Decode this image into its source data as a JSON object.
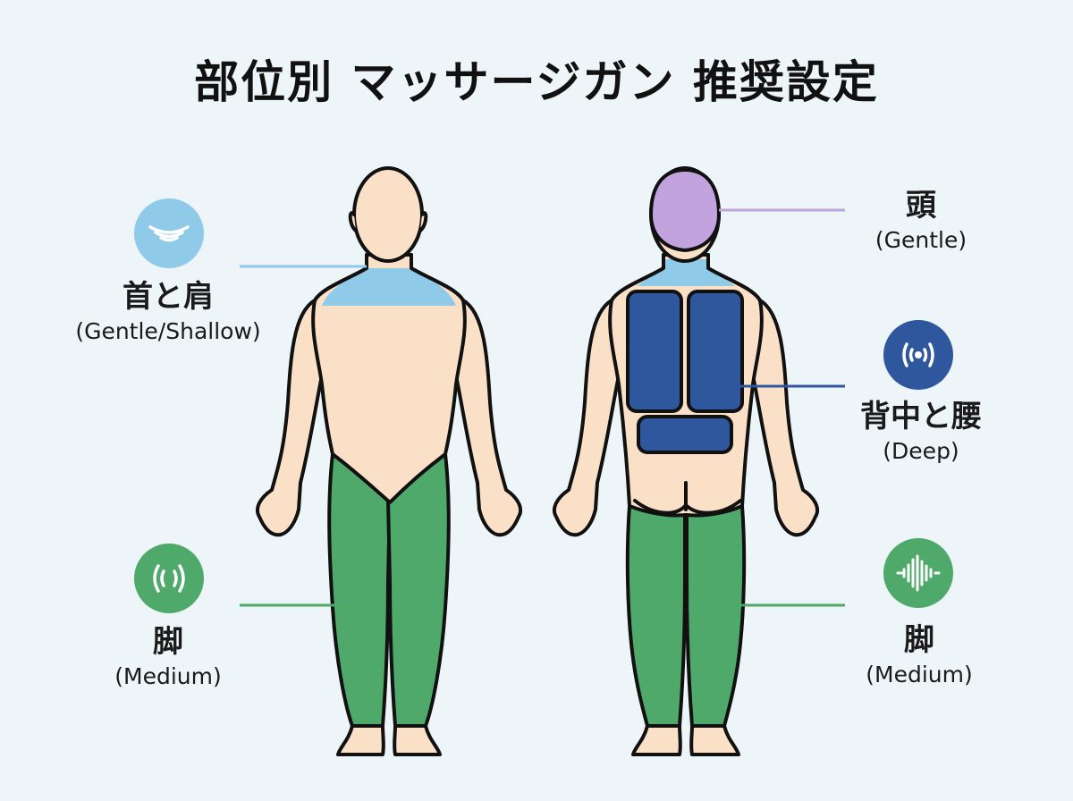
{
  "title": "部位別 マッサージガン 推奨設定",
  "colors": {
    "skin": "#fbe0c8",
    "gentle": "#8fcbe9",
    "head": "#c2a3dd",
    "deep": "#2f579e",
    "medium": "#4ea96b",
    "outline": "#111111"
  },
  "labels": {
    "neck_shoulder": {
      "jp": "首と肩",
      "en": "(Gentle/Shallow)",
      "icon": "gentle-wave-icon"
    },
    "leg_front": {
      "jp": "脚",
      "en": "(Medium)",
      "icon": "medium-vibration-icon"
    },
    "head": {
      "jp": "頭",
      "en": "(Gentle)"
    },
    "back_waist": {
      "jp": "背中と腰",
      "en": "(Deep)",
      "icon": "deep-vibration-icon"
    },
    "leg_back": {
      "jp": "脚",
      "en": "(Medium)",
      "icon": "soundwave-icon"
    }
  }
}
